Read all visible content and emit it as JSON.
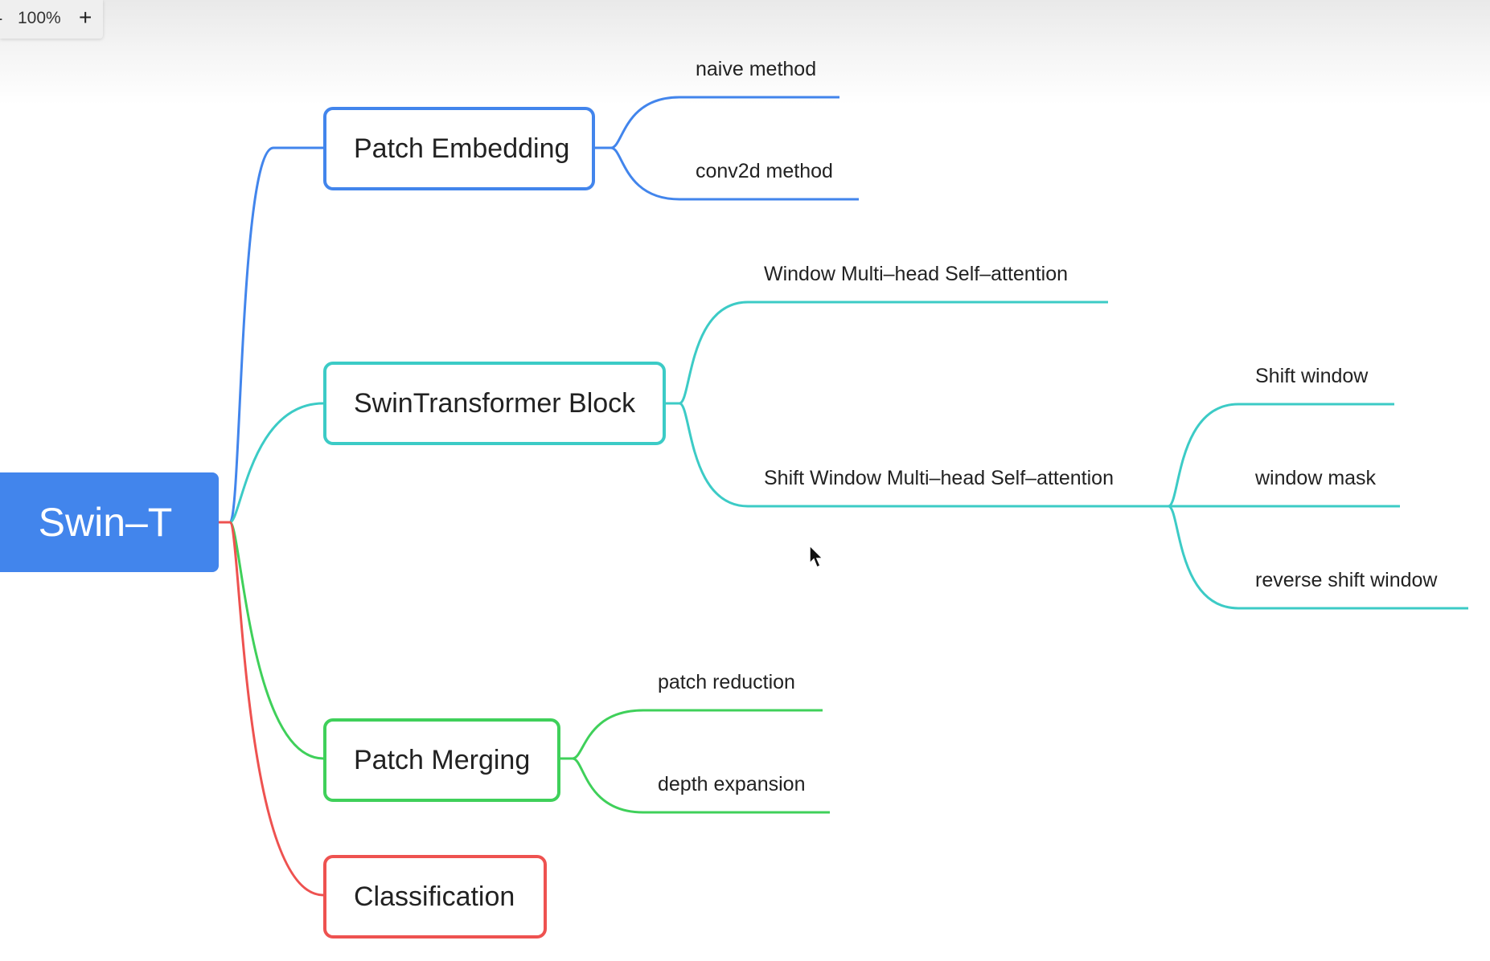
{
  "toolbar": {
    "zoom_out": "-",
    "zoom_level": "100%",
    "zoom_in": "+"
  },
  "mindmap": {
    "root": "Swin–T",
    "topics": [
      {
        "label": "Patch Embedding",
        "color": "#4285ec",
        "children": [
          "naive method",
          "conv2d method"
        ]
      },
      {
        "label": "SwinTransformer Block",
        "color": "#3ccbc6",
        "children": [
          "Window Multi–head Self–attention",
          "Shift Window Multi–head Self–attention"
        ]
      },
      {
        "label": "Patch Merging",
        "color": "#3fd05a",
        "children": [
          "patch reduction",
          "depth expansion"
        ]
      },
      {
        "label": "Classification",
        "color": "#ee5250",
        "children": []
      }
    ],
    "shift_window_children": [
      "Shift window",
      "window mask",
      "reverse shift window"
    ]
  },
  "icons": {
    "cursor": "mouse-pointer-icon"
  }
}
